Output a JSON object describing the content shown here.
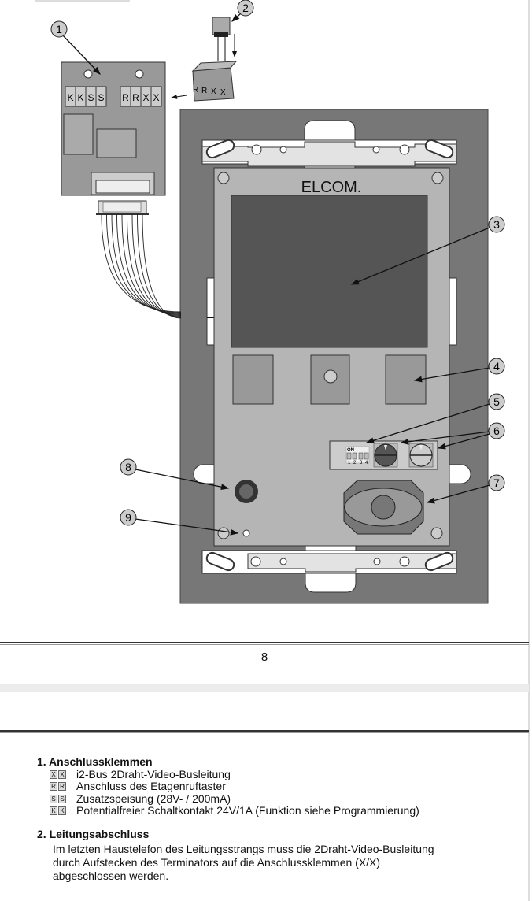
{
  "diagram": {
    "brand": "ELCOM.",
    "callouts": [
      "1",
      "2",
      "3",
      "4",
      "5",
      "6",
      "7",
      "8",
      "9"
    ],
    "board_terminals_left": [
      "K",
      "K",
      "S",
      "S"
    ],
    "board_terminals_right": [
      "R",
      "R",
      "X",
      "X"
    ],
    "plug_terminals": [
      "R",
      "R",
      "X",
      "X"
    ],
    "dip_label": "ON",
    "dip_numbers": [
      "1",
      "2",
      "3",
      "4"
    ]
  },
  "footer": {
    "page_number": "8"
  },
  "section1": {
    "title": "1.  Anschlussklemmen",
    "items": [
      {
        "icon": "XX",
        "text": "i2-Bus 2Draht-Video-Busleitung"
      },
      {
        "icon": "RR",
        "text": "Anschluss des Etagenruftaster"
      },
      {
        "icon": "SS",
        "text": "Zusatzspeisung (28V- / 200mA)"
      },
      {
        "icon": "KK",
        "text": "Potentialfreier Schaltkontakt 24V/1A (Funktion siehe Programmierung)"
      }
    ]
  },
  "section2": {
    "title": "2.  Leitungsabschluss",
    "lines": [
      "Im letzten Haustelefon des Leitungsstrangs muss die 2Draht-Video-Busleitung",
      "durch Aufstecken des Terminators auf die Anschlussklemmen (X/X)",
      "abgeschlossen werden."
    ]
  }
}
